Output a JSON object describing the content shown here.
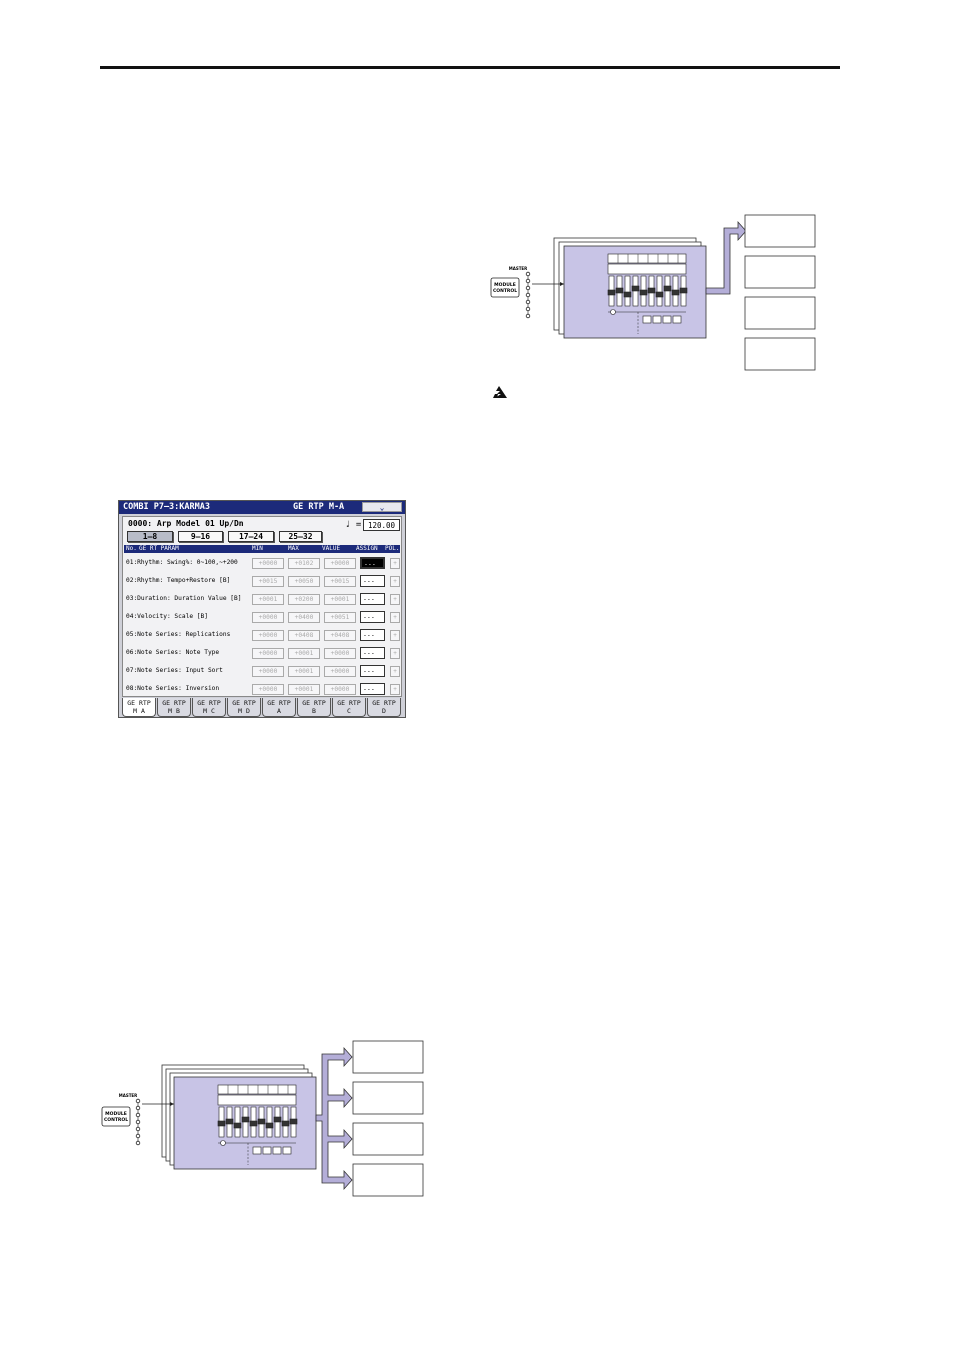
{
  "screen": {
    "title": "COMBI P7–3:KARMA3",
    "page_tab": "GE RTP M-A",
    "menu_icon": "chevron-down-icon",
    "ge_name": "0000: Arp Model 01 Up/Dn",
    "tempo_symbol": "♩ =",
    "tempo": "120.00",
    "banks": [
      "1–8",
      "9–16",
      "17–24",
      "25–32"
    ],
    "columns": [
      "No.",
      "GE RT PARAM",
      "MIN",
      "MAX",
      "VALUE",
      "ASSIGN",
      "POL."
    ],
    "rows": [
      {
        "name": "01:Rhythm: Swing%: 0~100,~+200",
        "min": "+0000",
        "max": "+0102",
        "value": "+0000",
        "assign": "---",
        "pol": "+"
      },
      {
        "name": "02:Rhythm: Tempo+Restore [B]",
        "min": "+0015",
        "max": "+0050",
        "value": "+0015",
        "assign": "---",
        "pol": "+"
      },
      {
        "name": "03:Duration: Duration Value [B]",
        "min": "+0001",
        "max": "+0200",
        "value": "+0001",
        "assign": "---",
        "pol": "+"
      },
      {
        "name": "04:Velocity: Scale [B]",
        "min": "+0000",
        "max": "+0400",
        "value": "+0051",
        "assign": "---",
        "pol": "+"
      },
      {
        "name": "05:Note Series: Replications",
        "min": "+0000",
        "max": "+0408",
        "value": "+0408",
        "assign": "---",
        "pol": "+"
      },
      {
        "name": "06:Note Series: Note Type",
        "min": "+0000",
        "max": "+0001",
        "value": "+0000",
        "assign": "---",
        "pol": "+"
      },
      {
        "name": "07:Note Series: Input Sort",
        "min": "+0000",
        "max": "+0001",
        "value": "+0000",
        "assign": "---",
        "pol": "+"
      },
      {
        "name": "08:Note Series: Inversion",
        "min": "+0000",
        "max": "+0001",
        "value": "+0000",
        "assign": "---",
        "pol": "+"
      }
    ],
    "tabs": [
      {
        "l1": "GE RTP",
        "l2": "M A"
      },
      {
        "l1": "GE RTP",
        "l2": "M B"
      },
      {
        "l1": "GE RTP",
        "l2": "M C"
      },
      {
        "l1": "GE RTP",
        "l2": "M D"
      },
      {
        "l1": "GE RTP",
        "l2": "A"
      },
      {
        "l1": "GE RTP",
        "l2": "B"
      },
      {
        "l1": "GE RTP",
        "l2": "C"
      },
      {
        "l1": "GE RTP",
        "l2": "D"
      }
    ]
  },
  "diagram_top": {
    "master_label": "MASTER",
    "control_line1": "MODULE",
    "control_line2": "CONTROL",
    "output_boxes": 4
  },
  "diagram_bottom": {
    "master_label": "MASTER",
    "control_line1": "MODULE",
    "control_line2": "CONTROL",
    "output_boxes": 4
  },
  "colors": {
    "panel": "#c8c4e6",
    "arrow": "#b4aed8",
    "screen_title": "#1c2a7a"
  }
}
